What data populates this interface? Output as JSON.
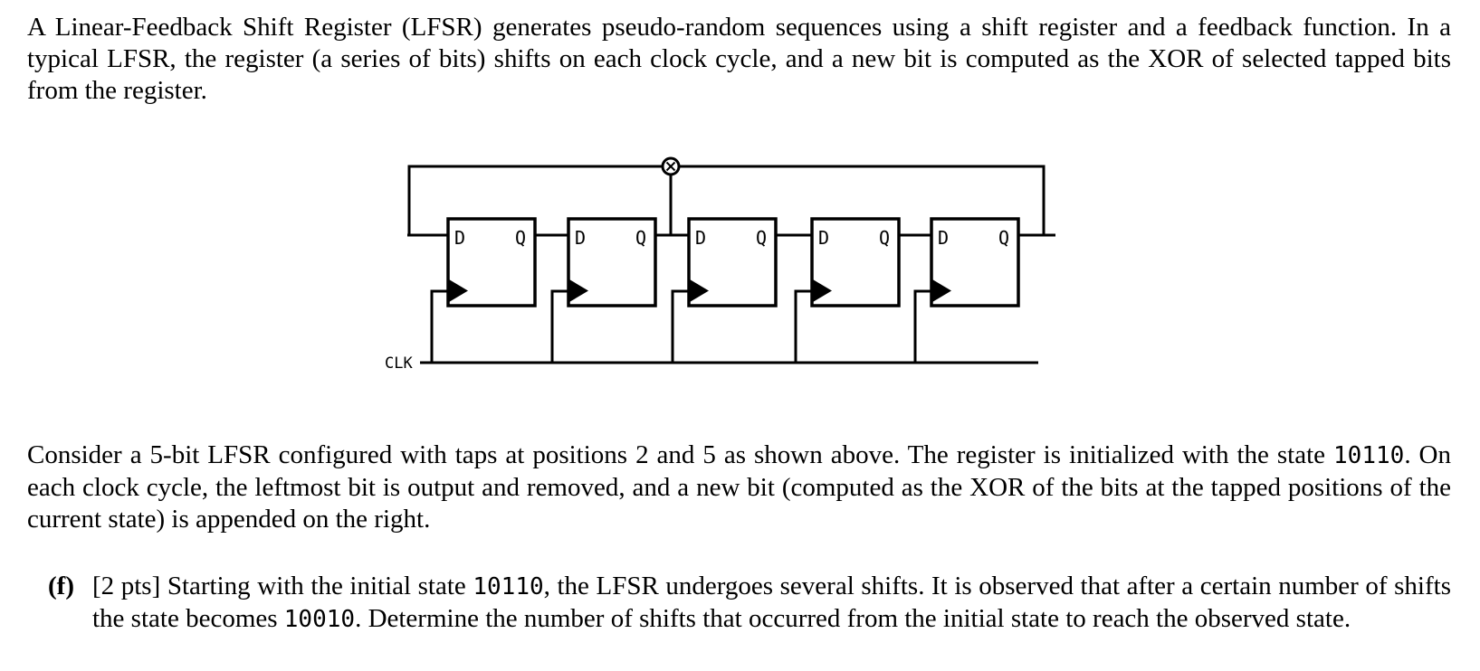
{
  "page": {
    "background": "#ffffff",
    "text_color": "#000000"
  },
  "intro_paragraph": {
    "text": "A Linear-Feedback Shift Register (LFSR) generates pseudo-random sequences using a shift register and a feedback function. In a typical LFSR, the register (a series of bits) shifts on each clock cycle, and a new bit is computed as the XOR of selected tapped bits from the register."
  },
  "diagram": {
    "type": "5-bit LFSR schematic",
    "flip_flop_count": 5,
    "d_label": "D",
    "q_label": "Q",
    "clk_label": "CLK",
    "xor_gate_symbol": "circle-with-x",
    "line_color": "#000000"
  },
  "description_paragraph": {
    "seg1": "Consider a 5-bit LFSR configured with taps at positions 2 and 5 as shown above. The register is initialized with the state ",
    "initial_state": "10110",
    "seg2": ". On each clock cycle, the leftmost bit is output and removed, and a new bit (computed as the XOR of the bits at the tapped positions of the current state) is appended on the right."
  },
  "question_f": {
    "label": "(f)",
    "points": "[2 pts]",
    "seg1": " Starting with the initial state ",
    "initial_state": "10110",
    "seg2": ", the LFSR undergoes several shifts. It is observed that after a certain number of shifts the state becomes ",
    "observed_state": "10010",
    "seg3": ". Determine the number of shifts that occurred from the initial state to reach the observed state."
  }
}
